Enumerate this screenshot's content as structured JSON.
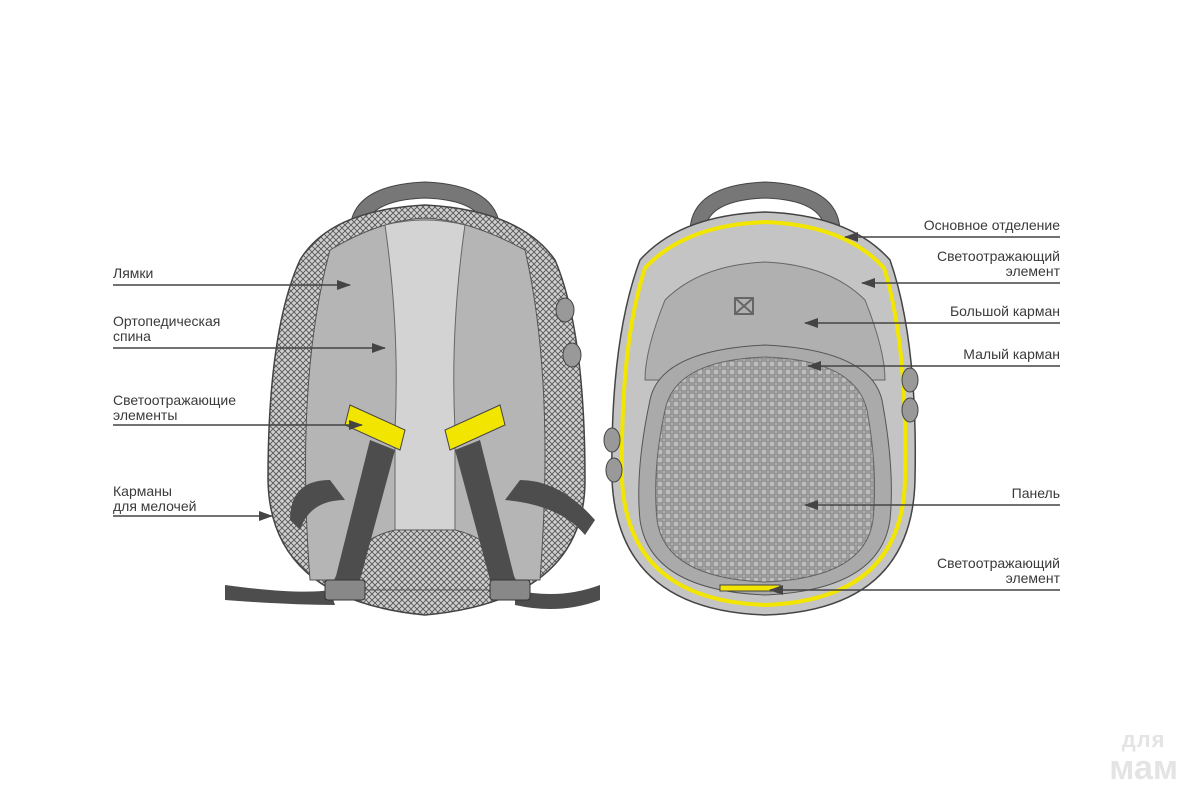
{
  "left_labels": {
    "straps": "Лямки",
    "ortho_1": "Ортопедическая",
    "ortho_2": "спина",
    "reflect_1": "Светоотражающие",
    "reflect_2": "элементы",
    "pockets_1": "Карманы",
    "pockets_2": "для мелочей"
  },
  "right_labels": {
    "main": "Основное отделение",
    "reflect_top_1": "Светоотражающий",
    "reflect_top_2": "элемент",
    "big_pocket": "Большой карман",
    "small_pocket": "Малый карман",
    "panel": "Панель",
    "reflect_bottom_1": "Светоотражающий",
    "reflect_bottom_2": "элемент"
  },
  "watermark": {
    "line1": "для",
    "line2": "мам"
  },
  "colors": {
    "reflective": "#f2e600",
    "body": "#b9b9b9",
    "strap": "#4d4d4d",
    "text": "#3a3a3a"
  }
}
